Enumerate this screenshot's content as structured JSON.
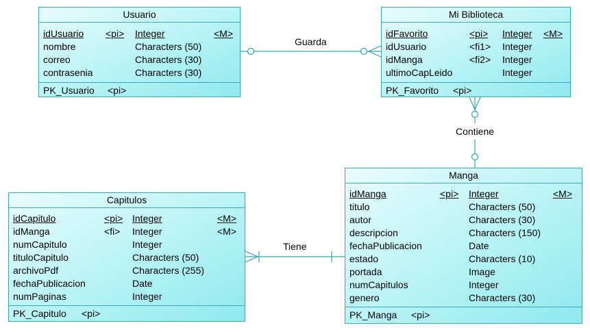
{
  "entities": {
    "usuario": {
      "title": "Usuario",
      "attributes": [
        {
          "name": "idUsuario",
          "tag": "<pi>",
          "type": "Integer",
          "flag": "<M>",
          "underlined": true
        },
        {
          "name": "nombre",
          "tag": "",
          "type": "Characters (50)",
          "flag": ""
        },
        {
          "name": "correo",
          "tag": "",
          "type": "Characters (30)",
          "flag": ""
        },
        {
          "name": "contrasenia",
          "tag": "",
          "type": "Characters (30)",
          "flag": ""
        }
      ],
      "key": {
        "name": "PK_Usuario",
        "tag": "<pi>"
      }
    },
    "biblioteca": {
      "title": "Mi Biblioteca",
      "attributes": [
        {
          "name": "idFavorito",
          "tag": "<pi>",
          "type": "Integer",
          "flag": "<M>",
          "underlined": true
        },
        {
          "name": "idUsuario",
          "tag": "<fi1>",
          "type": "Integer",
          "flag": ""
        },
        {
          "name": "idManga",
          "tag": "<fi2>",
          "type": "Integer",
          "flag": ""
        },
        {
          "name": "ultimoCapLeido",
          "tag": "",
          "type": "Integer",
          "flag": ""
        }
      ],
      "key": {
        "name": "PK_Favorito",
        "tag": "<pi>"
      }
    },
    "manga": {
      "title": "Manga",
      "attributes": [
        {
          "name": "idManga",
          "tag": "<pi>",
          "type": "Integer",
          "flag": "<M>",
          "underlined": true
        },
        {
          "name": "titulo",
          "tag": "",
          "type": "Characters (50)",
          "flag": ""
        },
        {
          "name": "autor",
          "tag": "",
          "type": "Characters (30)",
          "flag": ""
        },
        {
          "name": "descripcion",
          "tag": "",
          "type": "Characters (150)",
          "flag": ""
        },
        {
          "name": "fechaPublicacion",
          "tag": "",
          "type": "Date",
          "flag": ""
        },
        {
          "name": "estado",
          "tag": "",
          "type": "Characters (10)",
          "flag": ""
        },
        {
          "name": "portada",
          "tag": "",
          "type": "Image",
          "flag": ""
        },
        {
          "name": "numCapitulos",
          "tag": "",
          "type": "Integer",
          "flag": ""
        },
        {
          "name": "genero",
          "tag": "",
          "type": "Characters (30)",
          "flag": ""
        }
      ],
      "key": {
        "name": "PK_Manga",
        "tag": "<pi>"
      }
    },
    "capitulos": {
      "title": "Capitulos",
      "attributes": [
        {
          "name": "idCapitulo",
          "tag": "<pi>",
          "type": "Integer",
          "flag": "<M>",
          "underlined": true
        },
        {
          "name": "idManga",
          "tag": "<fi>",
          "type": "Integer",
          "flag": "<M>"
        },
        {
          "name": "numCapitulo",
          "tag": "",
          "type": "Integer",
          "flag": ""
        },
        {
          "name": "tituloCapitulo",
          "tag": "",
          "type": "Characters (50)",
          "flag": ""
        },
        {
          "name": "archivoPdf",
          "tag": "",
          "type": "Characters (255)",
          "flag": ""
        },
        {
          "name": "fechaPublicacion",
          "tag": "",
          "type": "Date",
          "flag": ""
        },
        {
          "name": "numPaginas",
          "tag": "",
          "type": "Integer",
          "flag": ""
        }
      ],
      "key": {
        "name": "PK_Capitulo",
        "tag": "<pi>"
      }
    }
  },
  "relationships": {
    "guarda": "Guarda",
    "contiene": "Contiene",
    "tiene": "Tiene"
  },
  "colors": {
    "line": "#2aa6b3",
    "border": "#3aa7b4",
    "fill_light": "#e9fcfd",
    "fill_dark": "#8fe9ee"
  }
}
